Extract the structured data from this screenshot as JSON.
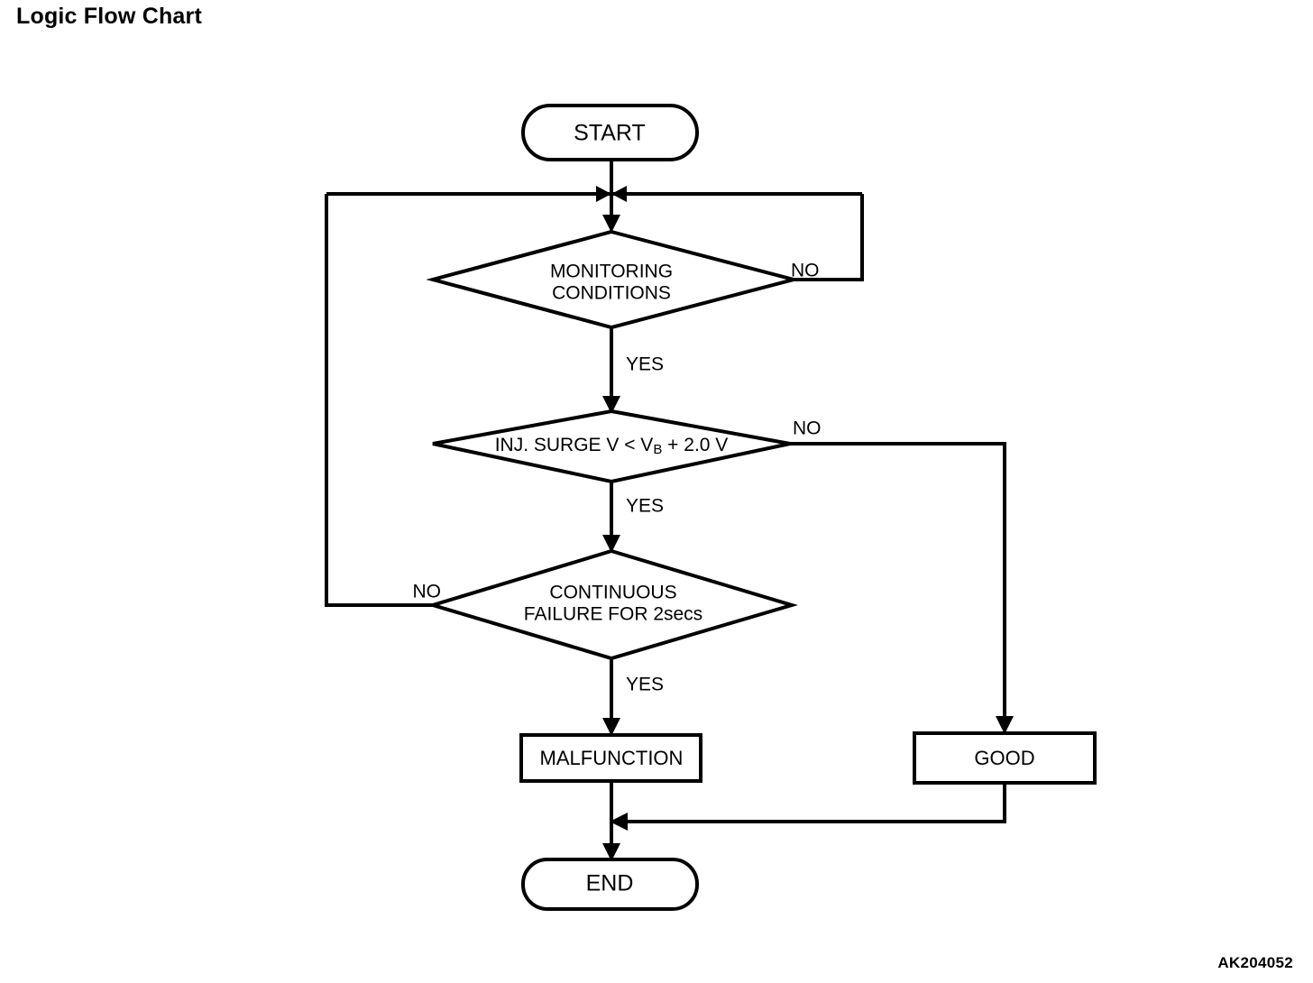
{
  "page": {
    "title": "Logic Flow Chart",
    "diagram_code": "AK204052",
    "background_color": "#FFFFFF",
    "line_color": "#000000",
    "text_color": "#000000"
  },
  "chart_data": {
    "type": "diagram",
    "diagram_kind": "flowchart",
    "title": "Logic Flow Chart",
    "nodes": [
      {
        "id": "start",
        "shape": "terminator",
        "label": "START"
      },
      {
        "id": "monitoring",
        "shape": "decision",
        "label_line1": "MONITORING",
        "label_line2": "CONDITIONS"
      },
      {
        "id": "surge",
        "shape": "decision",
        "label_prefix": "INJ. SURGE V < V",
        "label_subscript": "B",
        "label_suffix": " + 2.0 V"
      },
      {
        "id": "continuous",
        "shape": "decision",
        "label_line1": "CONTINUOUS",
        "label_line2": "FAILURE FOR 2secs"
      },
      {
        "id": "malfunction",
        "shape": "process",
        "label": "MALFUNCTION"
      },
      {
        "id": "good",
        "shape": "process",
        "label": "GOOD"
      },
      {
        "id": "end",
        "shape": "terminator",
        "label": "END"
      }
    ],
    "edges": [
      {
        "from": "start",
        "to": "monitoring",
        "label": ""
      },
      {
        "from": "monitoring",
        "to": "merge_top",
        "label": "NO",
        "label_side": "right"
      },
      {
        "from": "monitoring",
        "to": "surge",
        "label": "YES",
        "label_side": "right"
      },
      {
        "from": "surge",
        "to": "good",
        "label": "NO",
        "label_side": "right"
      },
      {
        "from": "surge",
        "to": "continuous",
        "label": "YES",
        "label_side": "right"
      },
      {
        "from": "continuous",
        "to": "merge_top",
        "label": "NO",
        "label_side": "left"
      },
      {
        "from": "continuous",
        "to": "malfunction",
        "label": "YES",
        "label_side": "right"
      },
      {
        "from": "malfunction",
        "to": "end",
        "label": ""
      },
      {
        "from": "good",
        "to": "end",
        "label": ""
      }
    ],
    "edge_labels": {
      "monitoring_no": "NO",
      "monitoring_yes": "YES",
      "surge_no": "NO",
      "surge_yes": "YES",
      "continuous_no": "NO",
      "continuous_yes": "YES"
    }
  }
}
